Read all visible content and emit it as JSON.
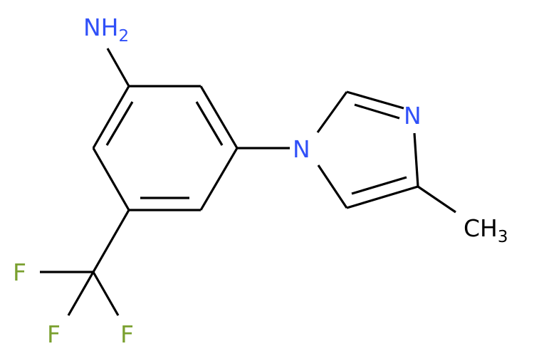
{
  "molecule": {
    "labels": {
      "amine_main": "NH",
      "amine_sub": "2",
      "ring_n1": "N",
      "ring_n3": "N",
      "methyl_main": "CH",
      "methyl_sub": "3",
      "f_top": "F",
      "f_left": "F",
      "f_right": "F"
    },
    "colors": {
      "nitrogen": "#3050F8",
      "fluorine": "#7AA02F",
      "carbon_label": "#000000",
      "bond": "#000000",
      "background": "#FFFFFF"
    }
  }
}
